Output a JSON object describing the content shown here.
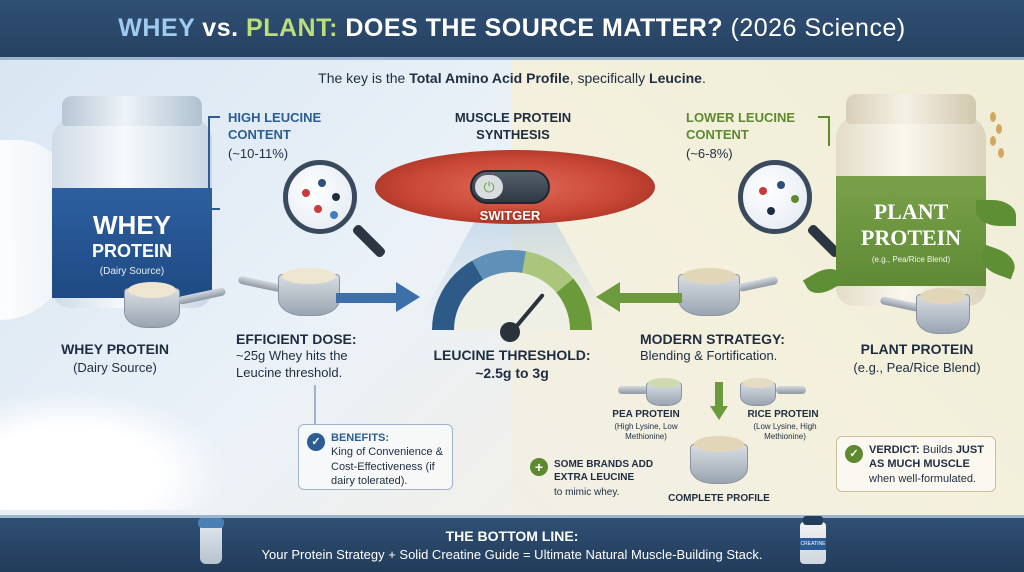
{
  "header": {
    "title_whey": "WHEY",
    "title_vs": " vs. ",
    "title_plant": "PLANT:",
    "title_rest": " DOES THE SOURCE MATTER?",
    "title_year": " (2026 Science)"
  },
  "subtitle": {
    "prefix": "The key is the ",
    "bold1": "Total Amino Acid Profile",
    "mid": ", specifically ",
    "bold2": "Leucine",
    "suffix": "."
  },
  "whey": {
    "jar_big": "WHEY",
    "jar_mid": "PROTEIN",
    "jar_small": "(Dairy Source)",
    "leucine_title": "HIGH LEUCINE CONTENT",
    "leucine_value": "(~10-11%)",
    "name": "WHEY PROTEIN",
    "source": "(Dairy Source)",
    "dose_title": "EFFICIENT DOSE:",
    "dose_text": "~25g Whey hits the Leucine threshold.",
    "benefits_title": "BENEFITS:",
    "benefits_text": "King of Convenience & Cost-Effectiveness (if dairy tolerated)."
  },
  "center": {
    "mps_title": "MUSCLE PROTEIN SYNTHESIS",
    "switch_label": "SWITGER",
    "switch_icon": "power-icon",
    "threshold_title": "LEUCINE THRESHOLD:",
    "threshold_value": "~2.5g to 3g"
  },
  "plant": {
    "jar_big1": "PLANT",
    "jar_big2": "PROTEIN",
    "jar_small": "(e.g., Pea/Rice Blend)",
    "leucine_title": "LOWER LEUCINE CONTENT",
    "leucine_value": "(~6-8%)",
    "name": "PLANT PROTEIN",
    "source": "(e.g., Pea/Rice Blend)",
    "strategy_title": "MODERN STRATEGY:",
    "strategy_text": "Blending & Fortification.",
    "pea_title": "PEA PROTEIN",
    "pea_text": "(High Lysine, Low Methionine)",
    "rice_title": "RICE PROTEIN",
    "rice_text": "(Low Lysine, High Methionine)",
    "brands_text_bold": "SOME BRANDS ADD EXTRA LEUCINE",
    "brands_text": "to mimic whey.",
    "complete": "COMPLETE PROFILE",
    "verdict_bold1": "VERDICT:",
    "verdict_text1": " Builds ",
    "verdict_bold2": "JUST AS MUCH MUSCLE",
    "verdict_text2": " when well-formulated."
  },
  "footer": {
    "heading": "THE BOTTOM LINE:",
    "body": "Your Protein Strategy + Solid Creatine Guide = Ultimate Natural Muscle-Building Stack.",
    "creatine_label": "CREATINE"
  },
  "colors": {
    "header_bg": "#2f4f73",
    "whey_blue": "#2c5d94",
    "plant_green": "#5e8a2f",
    "muscle_red": "#c94636"
  }
}
